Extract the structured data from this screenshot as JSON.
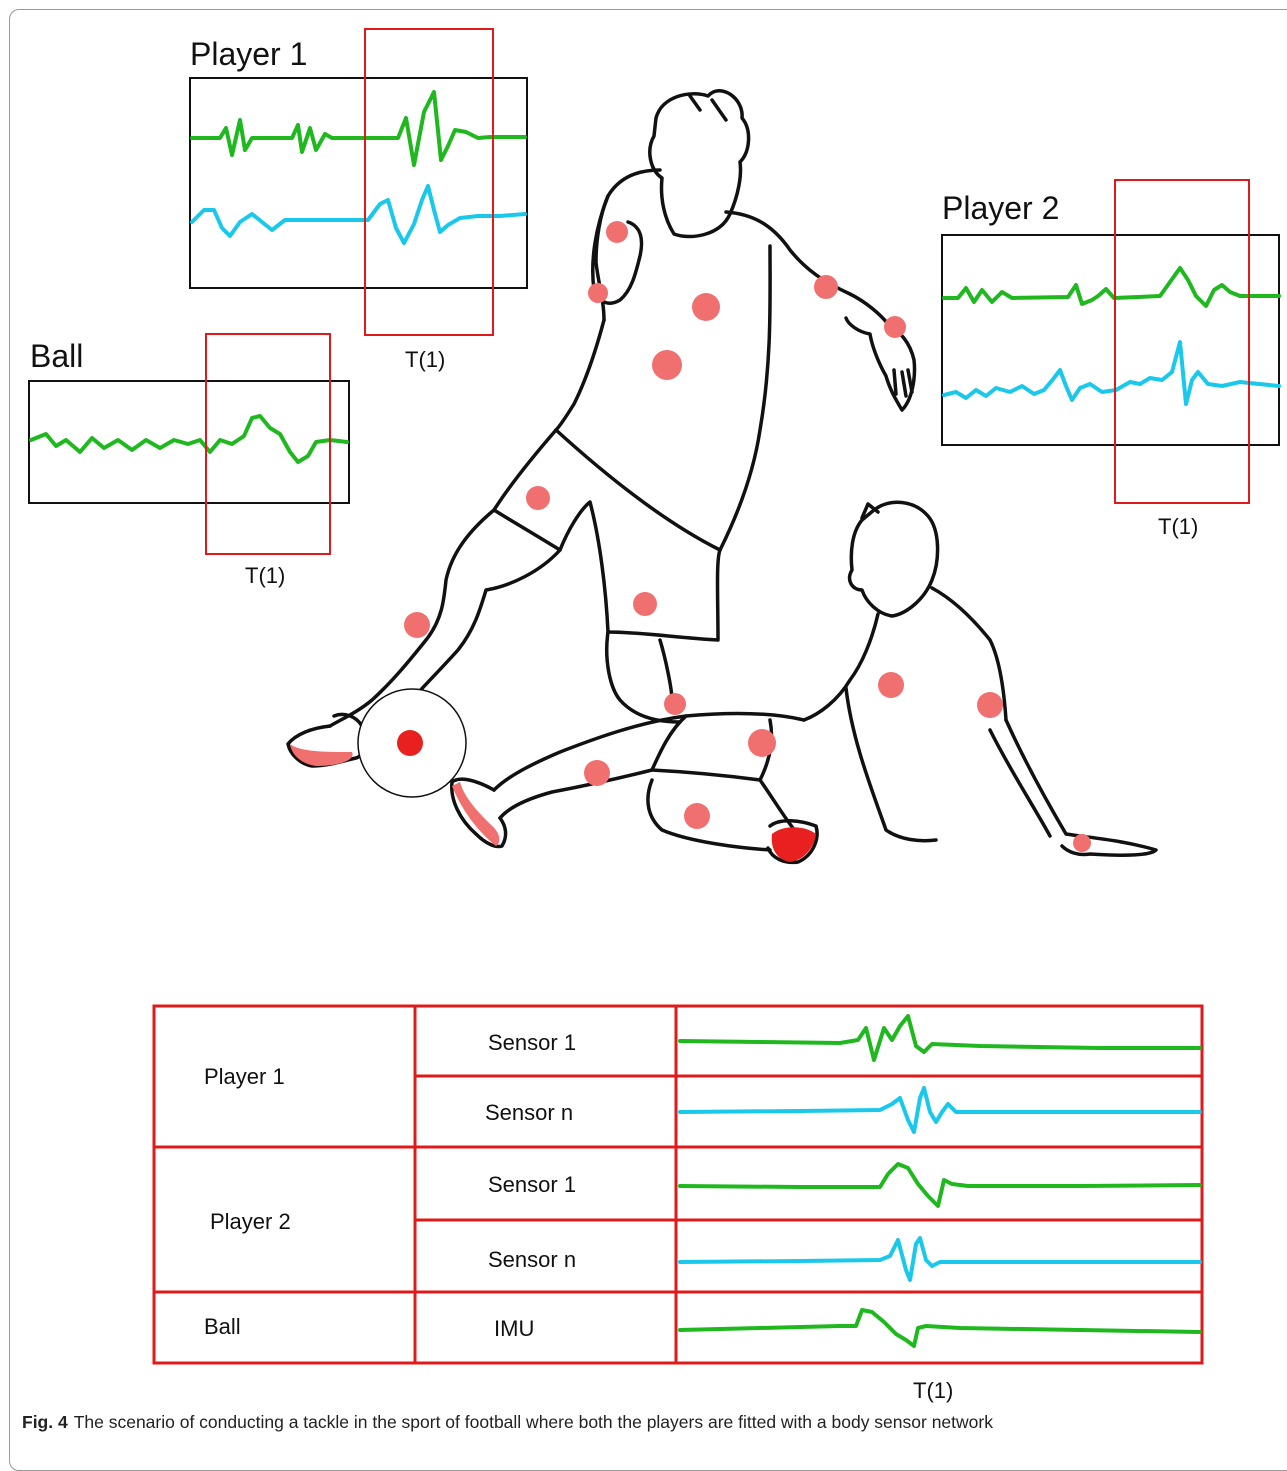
{
  "panels": {
    "player1": {
      "title": "Player 1",
      "time_label": "T(1)"
    },
    "player2": {
      "title": "Player 2",
      "time_label": "T(1)"
    },
    "ball": {
      "title": "Ball",
      "time_label": "T(1)"
    }
  },
  "table": {
    "rows": [
      {
        "entity": "Player 1",
        "sensor": "Sensor 1",
        "signal": "green"
      },
      {
        "entity": "Player 1",
        "sensor": "Sensor n",
        "signal": "cyan"
      },
      {
        "entity": "Player 2",
        "sensor": "Sensor 1",
        "signal": "green"
      },
      {
        "entity": "Player 2",
        "sensor": "Sensor n",
        "signal": "cyan"
      },
      {
        "entity": "Ball",
        "sensor": "IMU",
        "signal": "green"
      }
    ],
    "entities": [
      "Player 1",
      "Player 2",
      "Ball"
    ],
    "time_label": "T(1)"
  },
  "caption": {
    "label": "Fig. 4",
    "text": "The scenario of conducting a tackle in the sport of football where both the players are fitted with a body sensor network"
  },
  "colors": {
    "green": "#1fb81f",
    "cyan": "#19c8ea",
    "red": "#e01a1a",
    "sensor_dot": "#f07070"
  }
}
